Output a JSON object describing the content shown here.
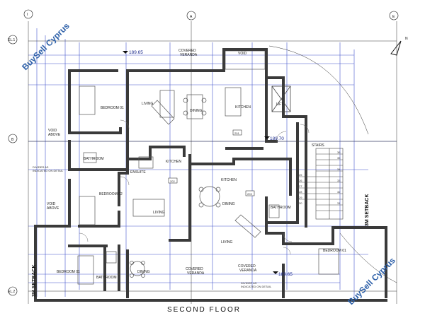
{
  "title": "SECOND FLOOR",
  "watermark": "BuySell Cyprus",
  "north": "N",
  "grid_tags": {
    "el1": "EL.1",
    "el2": "EL.2",
    "b": "B",
    "a": "A",
    "e": "E",
    "i": "I"
  },
  "setbacks": {
    "left": "3M SETBACK",
    "right": "3M SETBACK"
  },
  "levels": {
    "top": "189.65",
    "mid": "189.70",
    "bottom": "189.65"
  },
  "rooms": {
    "covered_veranda_top": "COVERED\nVERANDA",
    "void_top": "VOID",
    "living_top": "LIVING",
    "dining_top": "DINING",
    "kitchen_top": "KITCHEN",
    "bedroom_top_left": "BEDROOM 01",
    "lift": "LIFT",
    "stairs": "STAIRS",
    "void_above_1": "VOID\nABOVE",
    "bathroom_left": "BATHROOM",
    "ensuite": "ENSUITE",
    "kitchen_mid": "KITCHEN",
    "divider_note_1": "DIVIDER AS\nINDICATED ON DETAIL",
    "bedroom_02": "BEDROOM 02",
    "void_above_2": "VOID\nABOVE",
    "living_mid": "LIVING",
    "kitchen_center": "KITCHEN",
    "dining_center": "DINING",
    "bathroom_right": "BATHROOM",
    "living_center": "LIVING",
    "bedroom_bottom_left": "BEDROOM 01",
    "bathroom_bottom": "BATHROOM",
    "dining_bottom": "DINING",
    "covered_veranda_b1": "COVERED\nVERANDA",
    "covered_veranda_b2": "COVERED\nVERANDA",
    "divider_note_2": "DIVIDER AS\nINDICATED ON DETAIL",
    "bedroom_bottom_right": "BEDROOM 01"
  },
  "unit_tags": {
    "u201": "201",
    "u202": "202",
    "u203": "203"
  },
  "stair_numbers": [
    "25",
    "26",
    "27",
    "28",
    "29",
    "30",
    "31",
    "32",
    "33",
    "34",
    "35",
    "36"
  ]
}
